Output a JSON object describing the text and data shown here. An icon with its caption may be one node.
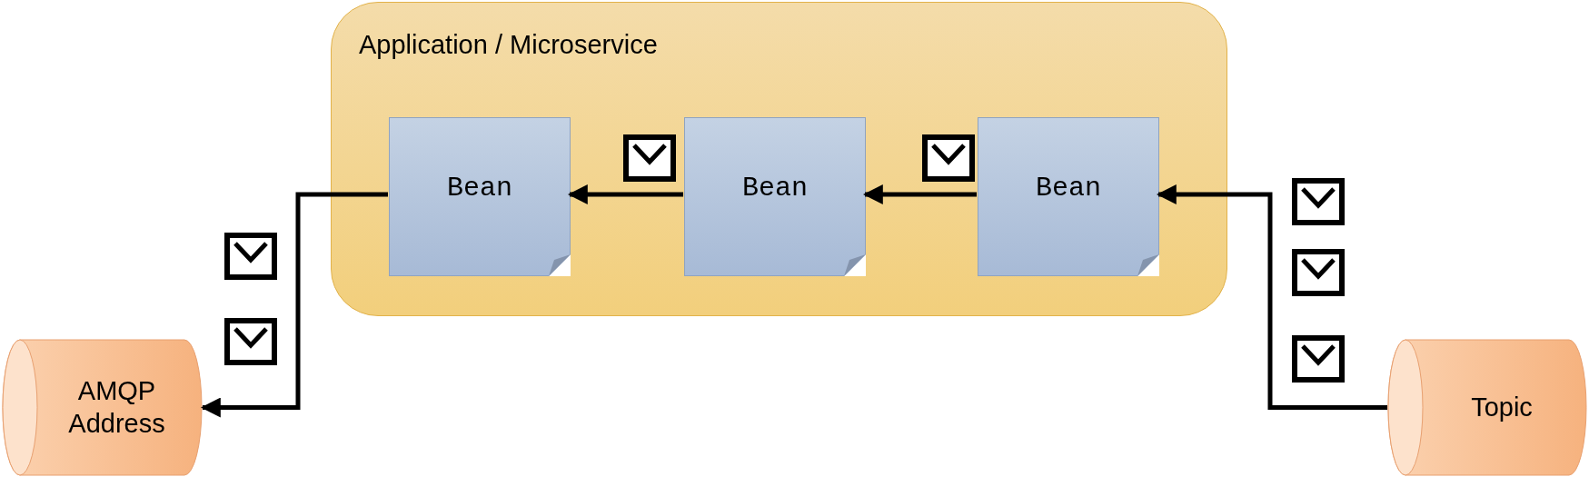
{
  "diagram": {
    "nodes": [
      {
        "text": [
          "Application / Microservice"
        ]
      },
      {
        "text": [
          "Bean"
        ],
        "in": 0
      },
      {
        "text": [
          "Bean"
        ],
        "in": 0
      },
      {
        "text": [
          "Bean"
        ],
        "in": 0
      },
      {
        "text": [
          "AMQP Address"
        ]
      },
      {
        "text": [
          "Topic"
        ]
      }
    ],
    "edges": [
      {
        "from": 5,
        "to": 3,
        "arrow": "to"
      },
      {
        "from": 3,
        "to": 2,
        "arrow": "to"
      },
      {
        "from": 2,
        "to": 1,
        "arrow": "to"
      },
      {
        "from": 1,
        "to": 4,
        "arrow": "to"
      }
    ]
  }
}
